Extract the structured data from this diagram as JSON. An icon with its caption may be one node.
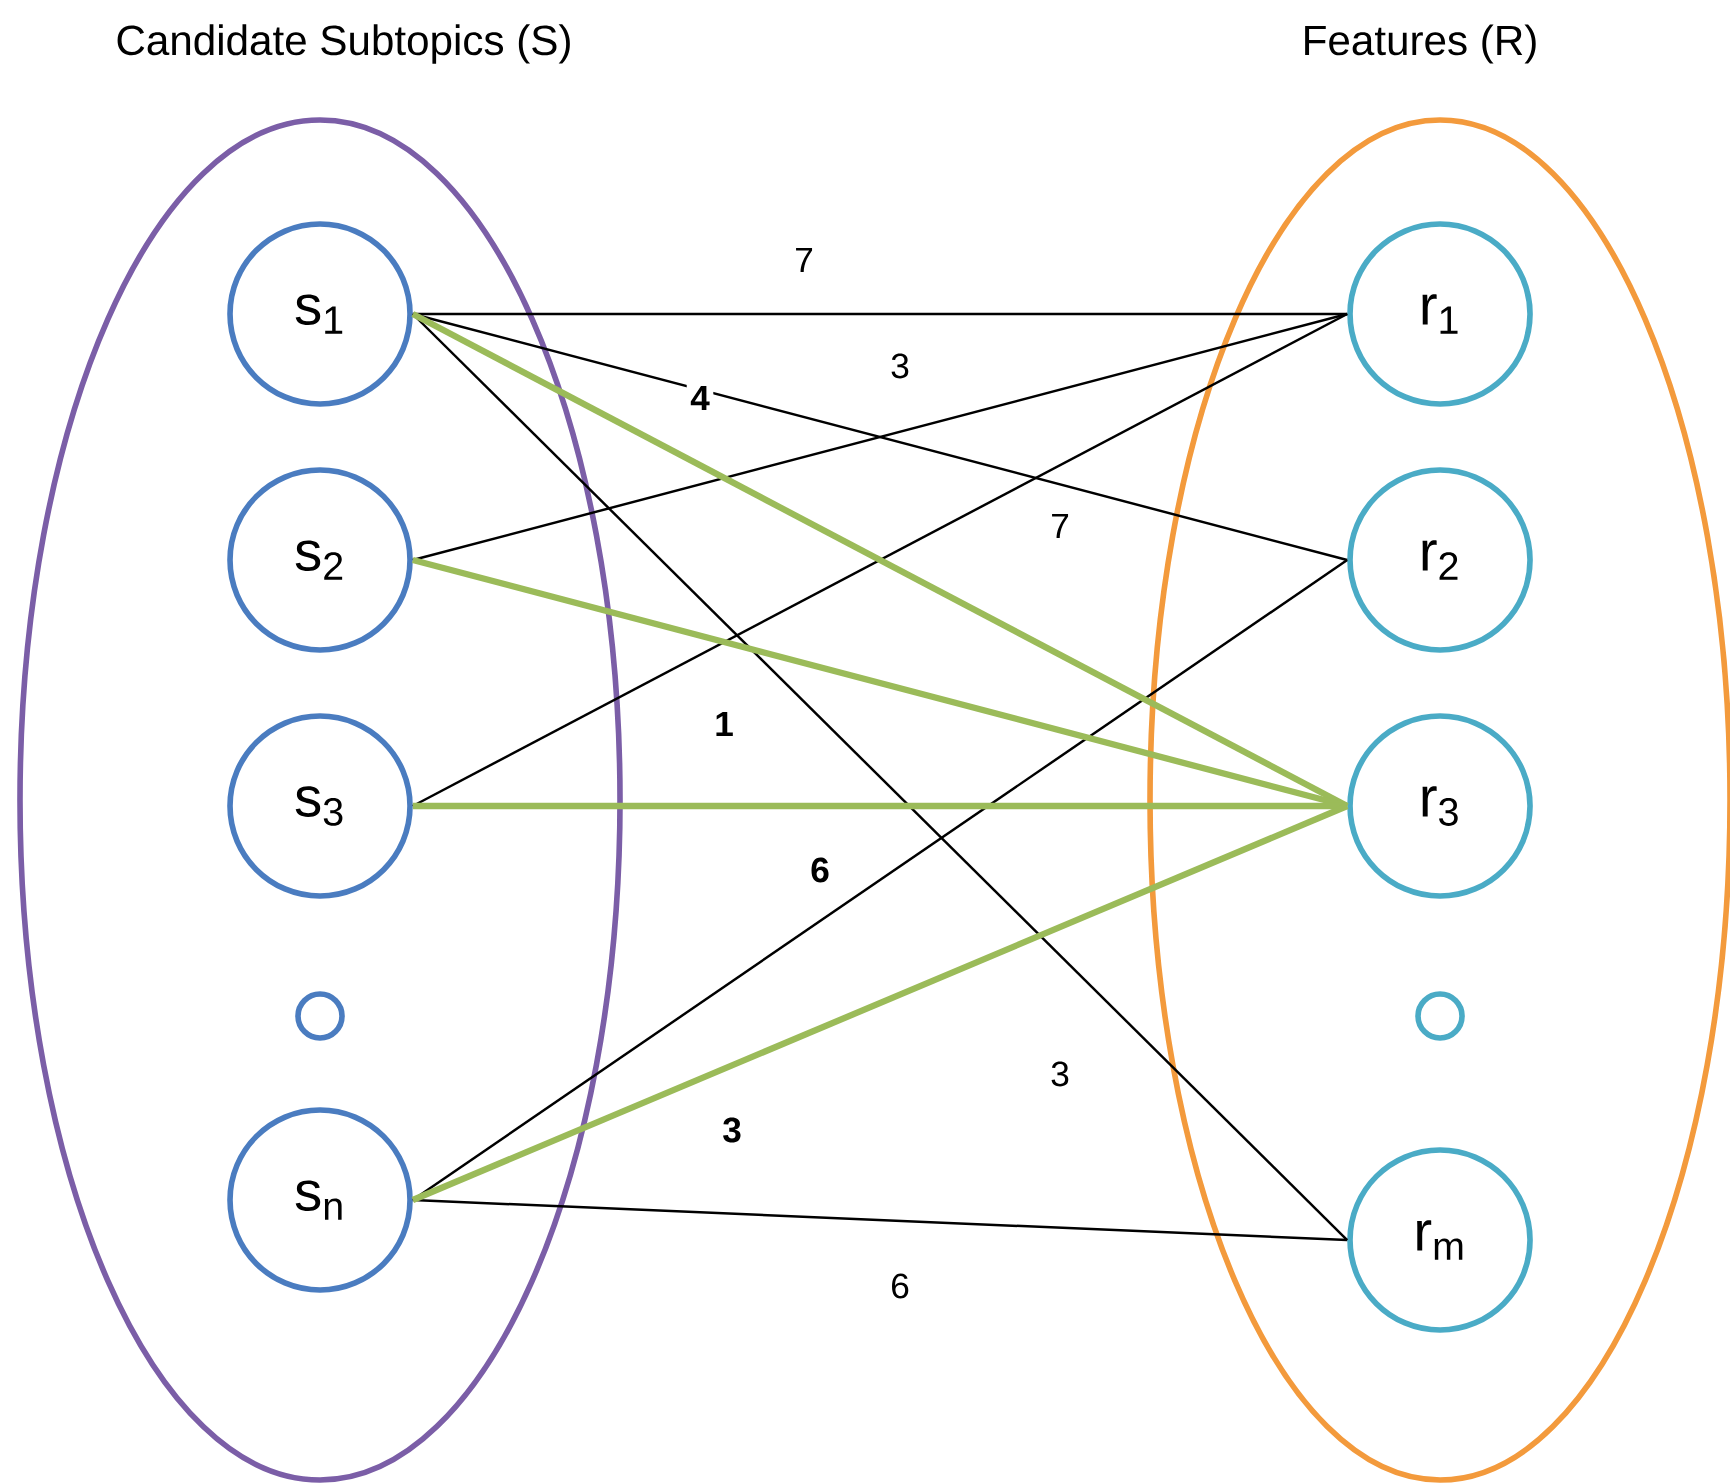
{
  "diagram": {
    "nodes": [
      {
        "text": [
          "Candidate Subtopics (S)"
        ]
      },
      {
        "text": [
          "s$_{1}$"
        ],
        "in": 0
      },
      {
        "text": [
          "s$_{2}$"
        ],
        "in": 0
      },
      {
        "text": [
          "s$_{3}$"
        ],
        "in": 0
      },
      {
        "text": [],
        "shape": "circle",
        "in": 0
      },
      {
        "text": [
          "s$_{n}$"
        ],
        "in": 0
      },
      {
        "text": [
          "Features (R)"
        ]
      },
      {
        "text": [
          "r$_{1}$"
        ],
        "in": 6
      },
      {
        "text": [
          "r$_{2}$"
        ],
        "in": 6
      },
      {
        "text": [
          "r$_{3}$"
        ],
        "in": 6
      },
      {
        "text": [],
        "shape": "circle",
        "in": 6
      },
      {
        "text": [
          "r$_{m}$"
        ],
        "in": 6
      }
    ],
    "edges": [
      {
        "from": 1,
        "to": 7,
        "arrow": "none",
        "label": "7"
      },
      {
        "from": 1,
        "to": 8,
        "arrow": "none",
        "label": "7"
      },
      {
        "from": 1,
        "to": 11,
        "arrow": "none",
        "label": "3"
      },
      {
        "from": 2,
        "to": 7,
        "arrow": "none",
        "label": "3"
      },
      {
        "from": 3,
        "to": 7,
        "arrow": "none"
      },
      {
        "from": 5,
        "to": 8,
        "arrow": "none"
      },
      {
        "from": 5,
        "to": 11,
        "arrow": "none",
        "label": "6"
      },
      {
        "from": 1,
        "to": 9,
        "arrow": "none",
        "label": "4",
        "style": "thick",
        "color": "#9bbb59"
      },
      {
        "from": 2,
        "to": 9,
        "arrow": "none",
        "label": "1",
        "style": "thick",
        "color": "#9bbb59"
      },
      {
        "from": 3,
        "to": 9,
        "arrow": "none",
        "label": "6",
        "style": "thick",
        "color": "#9bbb59"
      },
      {
        "from": 5,
        "to": 9,
        "arrow": "none",
        "label": "3",
        "style": "thick",
        "color": "#9bbb59"
      }
    ]
  }
}
